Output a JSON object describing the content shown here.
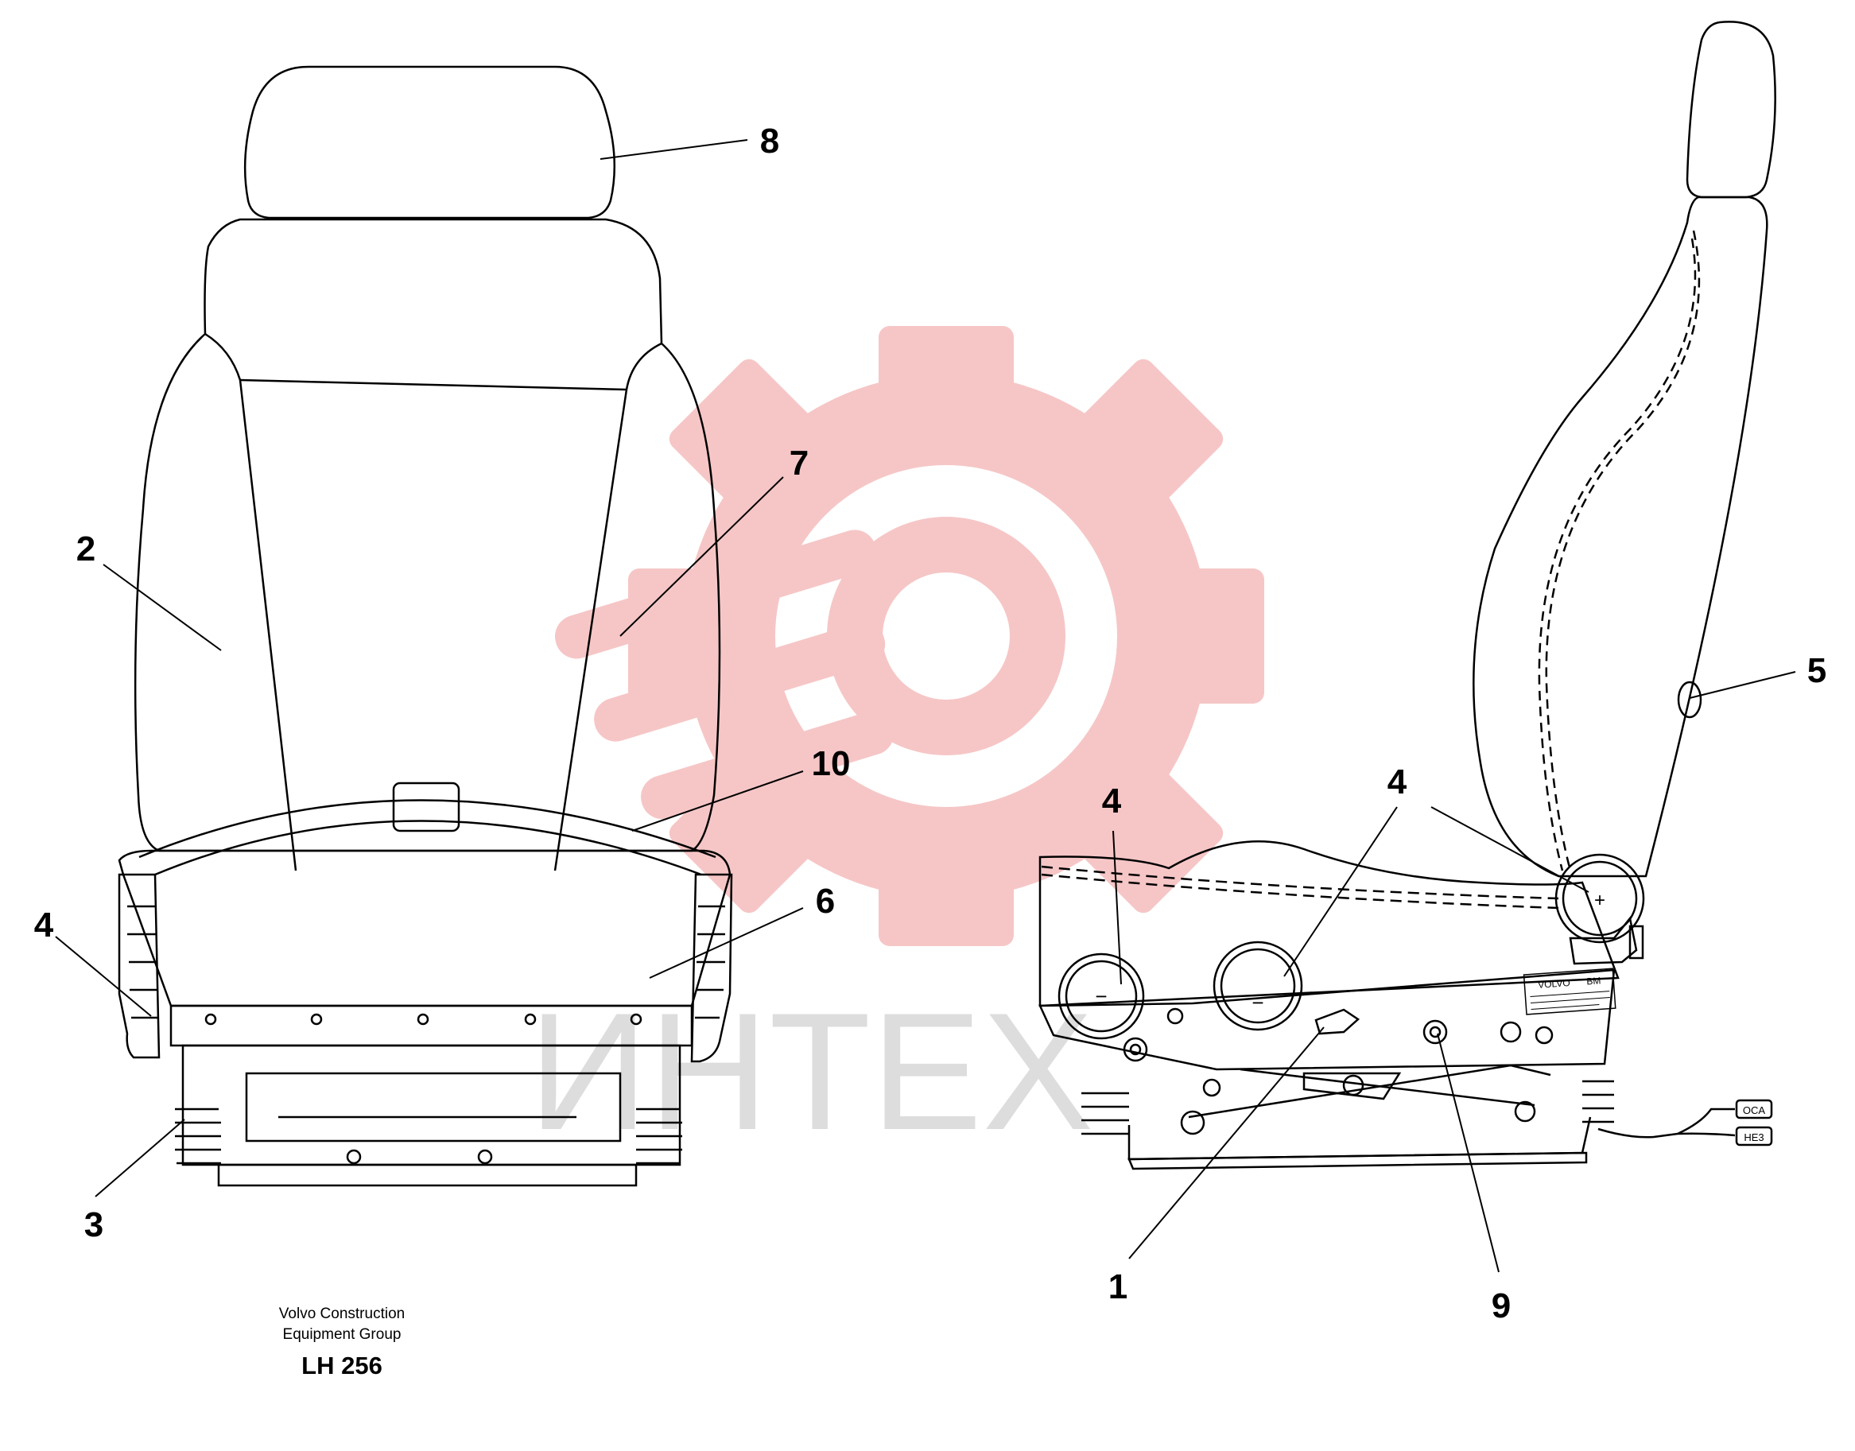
{
  "footer": {
    "line1": "Volvo Construction",
    "line2": "Equipment Group",
    "code": "LH 256"
  },
  "callouts": {
    "front": {
      "c8": "8",
      "c2": "2",
      "c7": "7",
      "c10": "10",
      "c4": "4",
      "c6": "6",
      "c3": "3"
    },
    "side": {
      "c5": "5",
      "c4a": "4",
      "c4b": "4",
      "c1": "1",
      "c9": "9"
    }
  },
  "plate": {
    "brand": "VOLVO",
    "mark": "BM"
  },
  "connectors": {
    "upper": "OCA",
    "lower": "HE3"
  },
  "watermark": {
    "text": "ИНТЕХ",
    "gear_color": "#f6c6c6",
    "text_color": "#dddddd"
  },
  "knob_signs": {
    "minus": "−",
    "plus": "+"
  }
}
